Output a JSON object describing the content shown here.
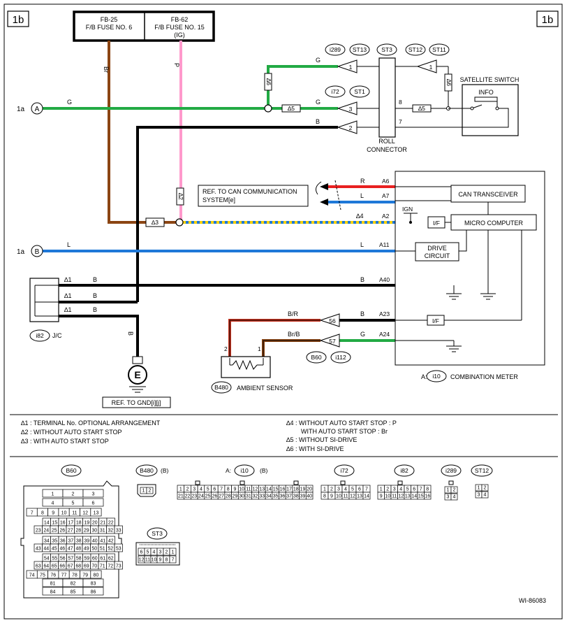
{
  "page": {
    "tag_left": "1b",
    "tag_right": "1b",
    "diagram_id": "WI-86083"
  },
  "fuses": [
    {
      "id": "FB-25",
      "name": "F/B FUSE NO. 6",
      "sub": ""
    },
    {
      "id": "FB-62",
      "name": "F/B FUSE NO. 15",
      "sub": "(IG)"
    }
  ],
  "wire_colors": {
    "Br": "#8B4513",
    "P": "#FF99CC",
    "G": "#22AA44",
    "B": "#000000",
    "L": "#1E78D8",
    "R": "#E82020",
    "Y": "#F5D000",
    "BR_R": "#C8321E",
    "BR_B": "#8B4513"
  },
  "wire_labels": {
    "br": "Br",
    "p": "P",
    "g": "G",
    "b": "B",
    "l": "L",
    "r": "R",
    "br_r": "B/R",
    "br_b": "Br/B"
  },
  "refs": {
    "a_left": "1a",
    "a_letter": "A",
    "b_left": "1a",
    "b_letter": "B",
    "can_text_1": "REF. TO CAN COMMUNICATION",
    "can_text_2": "SYSTEM[e]",
    "gnd_text": "REF. TO GND[i][j]",
    "e_letter": "E"
  },
  "connectors": {
    "i289": "i289",
    "st13": "ST13",
    "st3": "ST3",
    "st12": "ST12",
    "st11": "ST11",
    "i72": "i72",
    "st1": "ST1",
    "i82": "i82",
    "jc": "J/C",
    "b60": "B60",
    "i112": "i112",
    "b480": "B480",
    "i10": "i10"
  },
  "components": {
    "satellite_switch": "SATELLITE SWITCH",
    "info": "INFO",
    "roll_1": "ROLL",
    "roll_2": "CONNECTOR",
    "can_transceiver": "CAN TRANSCEIVER",
    "micro_computer": "MICRO COMPUTER",
    "drive_1": "DRIVE",
    "drive_2": "CIRCUIT",
    "if1": "I/F",
    "if2": "I/F",
    "ign": "IGN",
    "ambient_sensor": "AMBIENT SENSOR",
    "meter_prefix": "A:",
    "combination_meter": "COMBINATION METER"
  },
  "pins": {
    "p1_top": "1",
    "p3": "3",
    "p2": "2",
    "p1_st12": "1",
    "p8": "8",
    "p7": "7",
    "a6": "A6",
    "a7": "A7",
    "a2": "A2",
    "a11": "A11",
    "a40": "A40",
    "a23": "A23",
    "a24": "A24",
    "p56": "56",
    "p57": "57",
    "s2": "2",
    "s1": "1"
  },
  "stars": {
    "s1": "∆1",
    "s2": "∆2",
    "s3": "∆3",
    "s4": "∆4",
    "s5": "∆5",
    "s6": "∆6"
  },
  "jc_stars": [
    "∆1",
    "∆1",
    "∆1"
  ],
  "notes_left": [
    "∆1 : TERMINAL No. OPTIONAL ARRANGEMENT",
    "∆2 : WITHOUT AUTO START STOP",
    "∆3 : WITH AUTO START STOP"
  ],
  "notes_right": [
    "∆4 : WITHOUT AUTO START STOP  : P",
    "WITH AUTO START STOP  : Br",
    "∆5 : WITHOUT SI-DRIVE",
    "∆6 : WITH SI-DRIVE"
  ],
  "legend": {
    "b60": "B60",
    "b480": "B480",
    "b480_suffix": "(B)",
    "i10_prefix": "A:",
    "i10": "i10",
    "i10_suffix": "(B)",
    "i72": "i72",
    "i82": "i82",
    "i289": "i289",
    "st12": "ST12",
    "st3": "ST3",
    "b60_rows": [
      [
        "1",
        "2",
        "3"
      ],
      [
        "4",
        "5",
        "6"
      ],
      [
        "7",
        "8",
        "9",
        "10",
        "11",
        "12",
        "13"
      ],
      [
        "14",
        "15",
        "16",
        "17",
        "18",
        "19",
        "20",
        "21",
        "22"
      ],
      [
        "23",
        "24",
        "25",
        "26",
        "27",
        "28",
        "29",
        "30",
        "31",
        "32",
        "33"
      ],
      [
        "34",
        "35",
        "36",
        "37",
        "38",
        "39",
        "40",
        "41",
        "42"
      ],
      [
        "43",
        "44",
        "45",
        "46",
        "47",
        "48",
        "49",
        "50",
        "51",
        "52",
        "53"
      ],
      [
        "54",
        "55",
        "56",
        "57",
        "58",
        "59",
        "60",
        "61",
        "62"
      ],
      [
        "63",
        "64",
        "65",
        "66",
        "67",
        "68",
        "69",
        "70",
        "71",
        "72",
        "73"
      ],
      [
        "74",
        "75",
        "76",
        "77",
        "78",
        "79",
        "80"
      ],
      [
        "81",
        "82",
        "83"
      ],
      [
        "84",
        "85",
        "86"
      ]
    ],
    "b480_cells": [
      "1",
      "2"
    ],
    "i10_row1": [
      "1",
      "2",
      "3",
      "4",
      "5",
      "6",
      "7",
      "8",
      "9",
      "10",
      "11",
      "12",
      "13",
      "14",
      "15",
      "16",
      "17",
      "18",
      "19",
      "20"
    ],
    "i10_row2": [
      "21",
      "22",
      "23",
      "24",
      "25",
      "26",
      "27",
      "28",
      "29",
      "30",
      "31",
      "32",
      "33",
      "34",
      "35",
      "36",
      "37",
      "38",
      "39",
      "40"
    ],
    "i72_row1": [
      "1",
      "2",
      "3",
      "4",
      "5",
      "6",
      "7"
    ],
    "i72_row2": [
      "8",
      "9",
      "10",
      "11",
      "12",
      "13",
      "14"
    ],
    "i82_row1": [
      "1",
      "2",
      "3",
      "4",
      "5",
      "6",
      "7",
      "8"
    ],
    "i82_row2": [
      "9",
      "10",
      "11",
      "12",
      "13",
      "14",
      "15",
      "16"
    ],
    "i289_cells": [
      "1",
      "2",
      "3",
      "4"
    ],
    "st12_cells": [
      "1",
      "2",
      "3",
      "4"
    ],
    "st3_row1": [
      "6",
      "5",
      "4",
      "3",
      "2",
      "1"
    ],
    "st3_row2": [
      "12",
      "11",
      "10",
      "9",
      "8",
      "7"
    ]
  }
}
